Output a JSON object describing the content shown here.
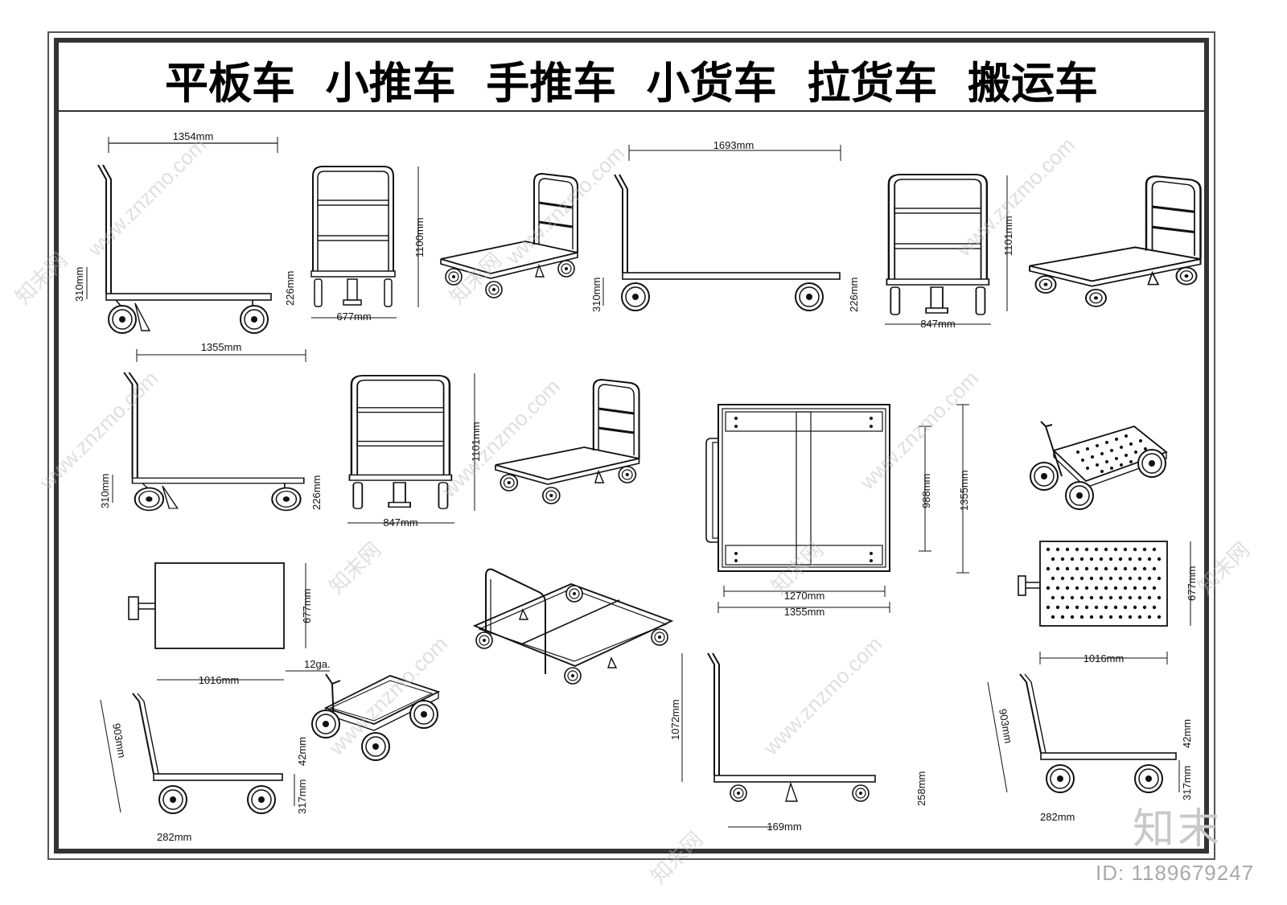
{
  "title": "平板车  小推车  手推车  小货车  拉货车  搬运车",
  "dimensions": {
    "d1354": "1354mm",
    "d310a": "310mm",
    "d226a": "226mm",
    "d677a": "677mm",
    "d1100": "1100mm",
    "d1693": "1693mm",
    "d310b": "310mm",
    "d226b": "226mm",
    "d847a": "847mm",
    "d1101a": "1101mm",
    "d1355a": "1355mm",
    "d310c": "310mm",
    "d226c": "226mm",
    "d847b": "847mm",
    "d1101b": "1101mm",
    "d988": "988mm",
    "d1355b": "1355mm",
    "d1270": "1270mm",
    "d1355c": "1355mm",
    "d677b": "677mm",
    "d1016a": "1016mm",
    "d12ga": "12ga.",
    "d903a": "903mm",
    "d317a": "317mm",
    "d42a": "42mm",
    "d282a": "282mm",
    "d1072": "1072mm",
    "d258": "258mm",
    "d169": "169mm",
    "d677c": "677mm",
    "d1016b": "1016mm",
    "d903b": "903mm",
    "d317b": "317mm",
    "d42b": "42mm",
    "d282b": "282mm"
  },
  "watermarks": {
    "site": "www.znzmo.com",
    "brand": "知末网",
    "logo": "知末",
    "id": "ID: 1189679247"
  }
}
